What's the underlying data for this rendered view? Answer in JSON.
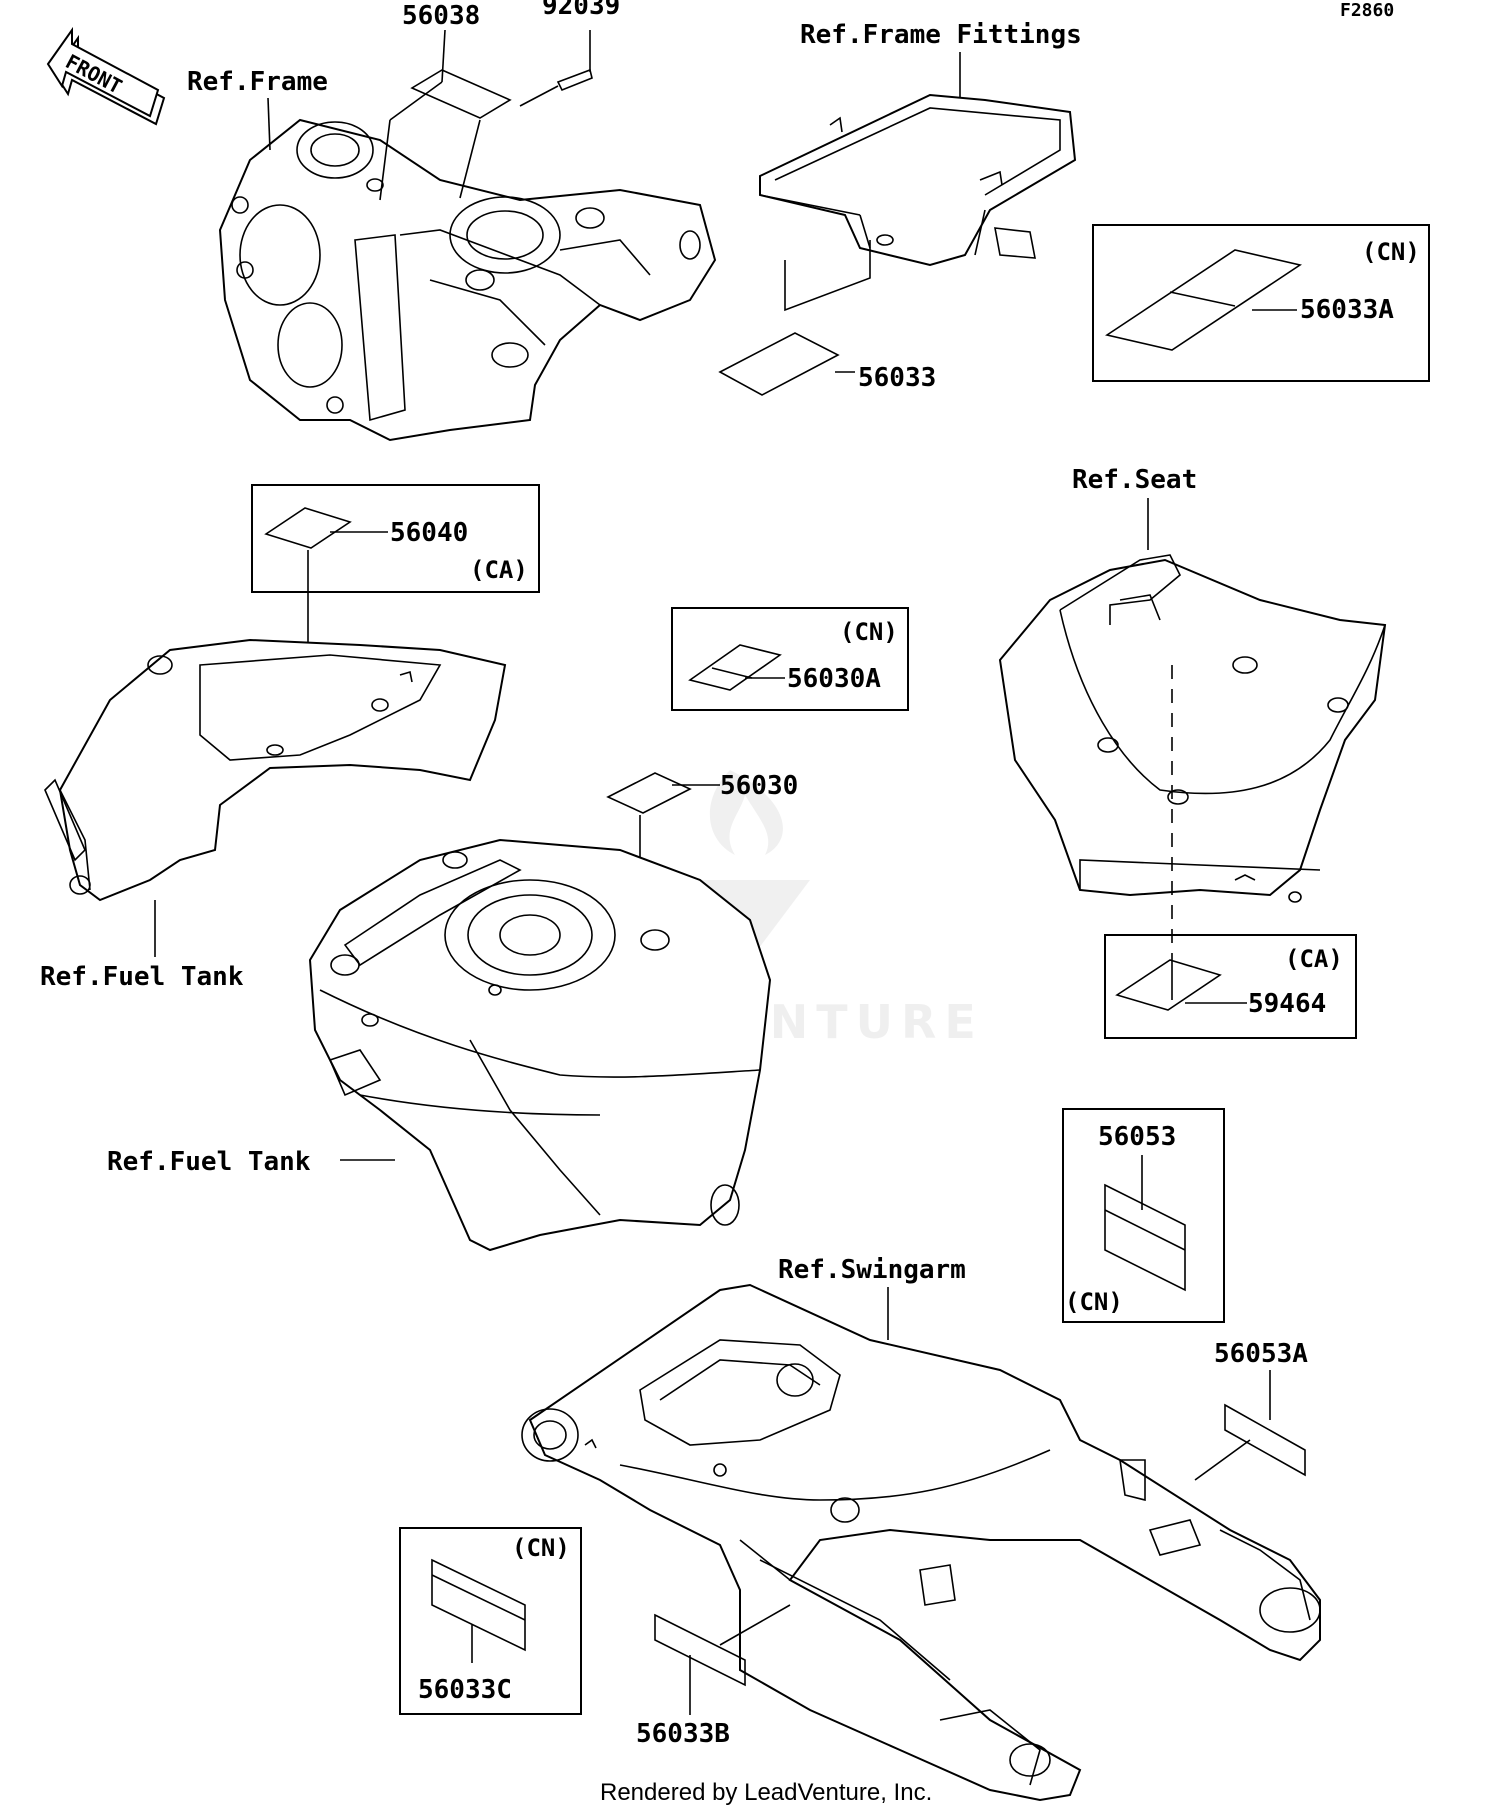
{
  "figure_code": "F2860",
  "front_arrow_label": "FRONT",
  "footer": "Rendered by LeadVenture, Inc.",
  "watermark": "LEADVENTURE",
  "references": {
    "frame": "Ref.Frame",
    "frame_fittings": "Ref.Frame Fittings",
    "seat": "Ref.Seat",
    "fuel_tank_1": "Ref.Fuel Tank",
    "fuel_tank_2": "Ref.Fuel Tank",
    "swingarm": "Ref.Swingarm"
  },
  "parts": {
    "p56038": "56038",
    "p92039": "92039",
    "p56033": "56033",
    "p56033A": "56033A",
    "p56040": "56040",
    "p56030A": "56030A",
    "p56030": "56030",
    "p59464": "59464",
    "p56053": "56053",
    "p56053A": "56053A",
    "p56033C": "56033C",
    "p56033B": "56033B"
  },
  "region_tags": {
    "cn_56033A": "(CN)",
    "ca_56040": "(CA)",
    "cn_56030A": "(CN)",
    "ca_59464": "(CA)",
    "cn_56053": "(CN)",
    "cn_56033C": "(CN)"
  }
}
